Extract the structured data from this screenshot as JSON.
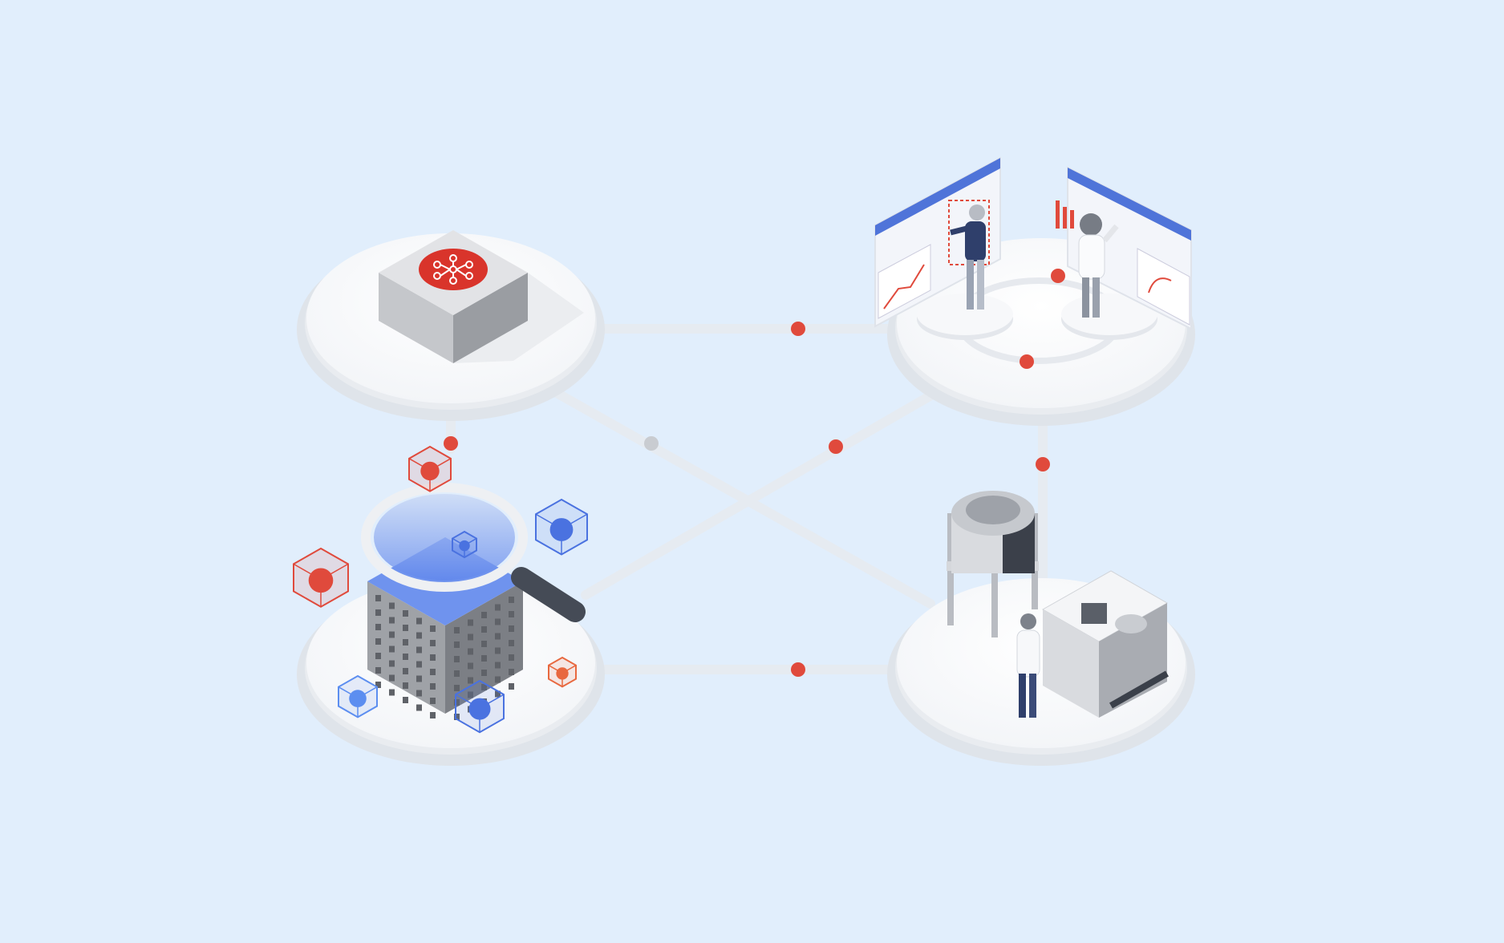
{
  "illustration": {
    "background": "#e1eefc",
    "accent_red": "#e04a3c",
    "accent_blue": "#4a72e0",
    "connector_gray": "#e6ebf1",
    "platform": "#ffffff",
    "nodes": [
      "ai-chip",
      "analysts-dashboards",
      "data-search-building",
      "lab-equipment"
    ]
  }
}
